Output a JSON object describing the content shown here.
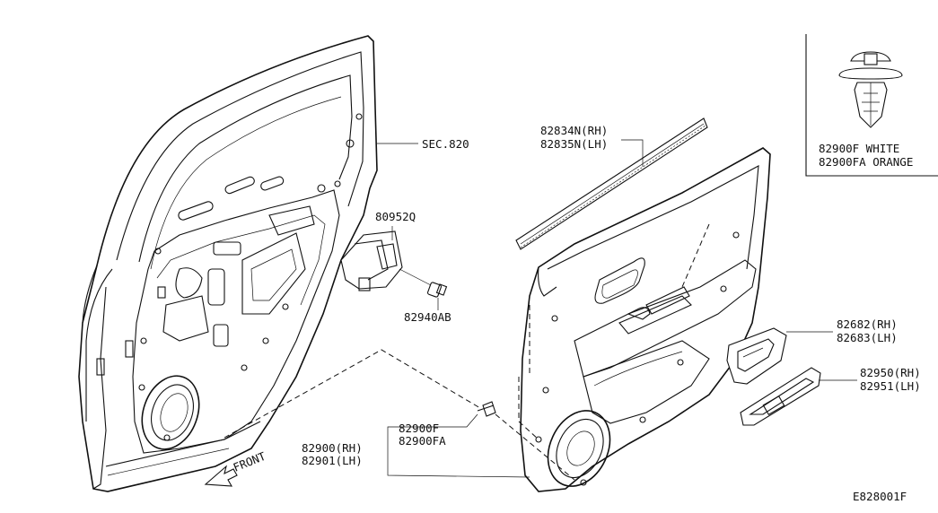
{
  "labels": {
    "sec_820": "SEC.820",
    "p80952q": "80952Q",
    "p82940ab": "82940AB",
    "p82834n": "82834N(RH)",
    "p82835n": "82835N(LH)",
    "p82682": "82682(RH)",
    "p82683": "82683(LH)",
    "p82950": "82950(RH)",
    "p82951": "82951(LH)",
    "p82900f": "82900F",
    "p82900fa": "82900FA",
    "p82900": "82900(RH)",
    "p82901": "82901(LH)",
    "front": "FRONT",
    "clip_white": "82900F WHITE",
    "clip_orange": "82900FA ORANGE",
    "diagram_id": "E828001F"
  }
}
